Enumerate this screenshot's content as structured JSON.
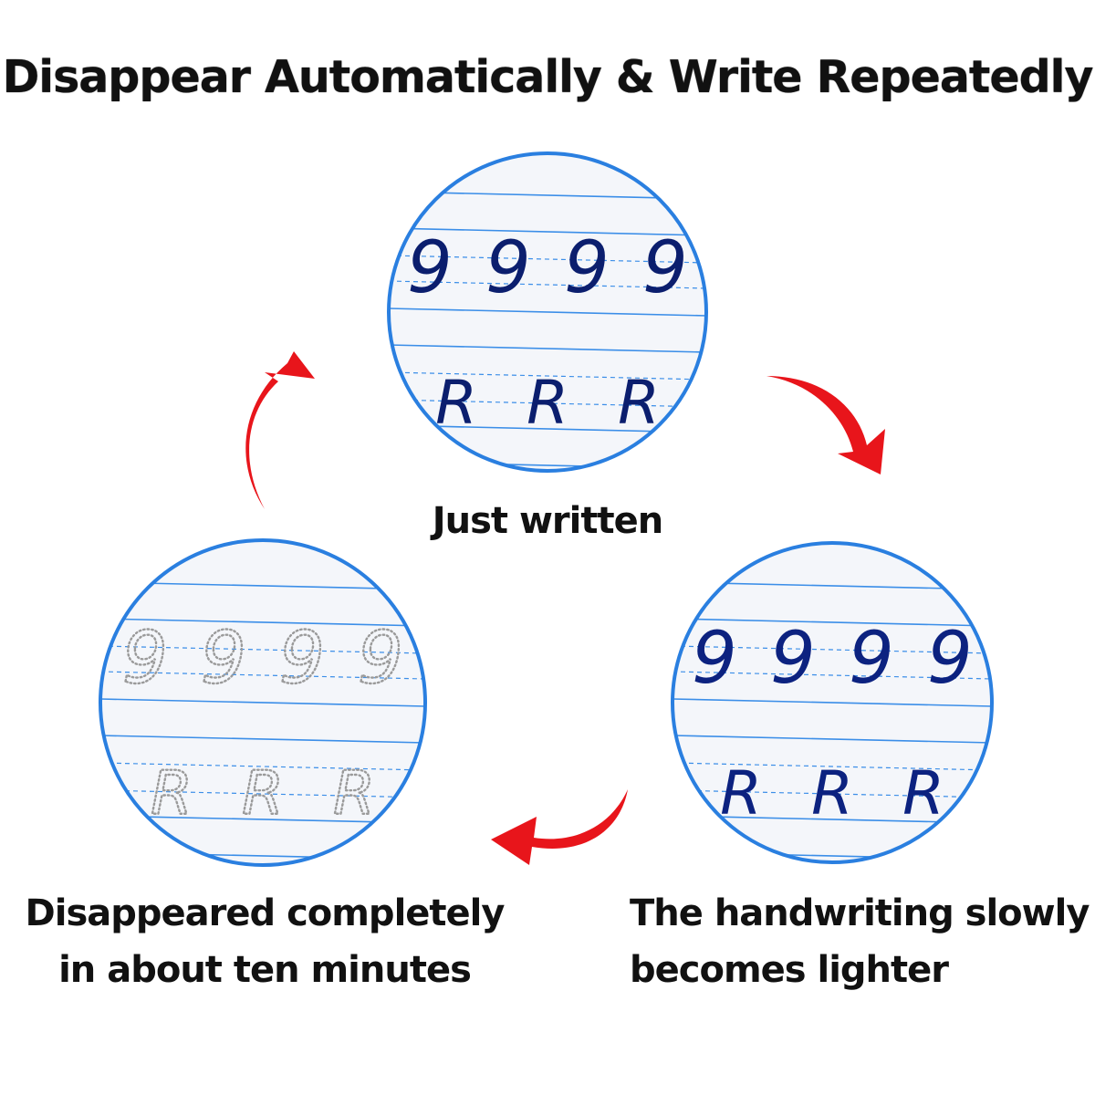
{
  "title": "Disappear Automatically & Write Repeatedly",
  "panels": [
    {
      "state": "fresh",
      "caption_lines": [
        "Just written"
      ],
      "row1_chars": [
        "9",
        "9",
        "9",
        "9"
      ],
      "row2_chars": [
        "R",
        "R",
        "R"
      ]
    },
    {
      "state": "fading",
      "caption_lines": [
        "The handwriting slowly",
        "becomes  lighter"
      ],
      "row1_chars": [
        "9",
        "9",
        "9",
        "9"
      ],
      "row2_chars": [
        "R",
        "R",
        "R"
      ]
    },
    {
      "state": "gone",
      "caption_lines": [
        "Disappeared completely",
        "in about ten minutes"
      ],
      "row1_chars": [
        "9",
        "9",
        "9",
        "9"
      ],
      "row2_chars": [
        "R",
        "R",
        "R"
      ]
    }
  ],
  "colors": {
    "ring": "#2a7fe0",
    "ruled_line": "#3b8ee8",
    "dashed_line": "#3b8ee8",
    "paper": "#f4f6fa",
    "ink_fresh": "#0b1e6e",
    "ink_fading": "#0c2280",
    "trace_gone": "#9a9a9a",
    "arrow": "#e8151b"
  }
}
